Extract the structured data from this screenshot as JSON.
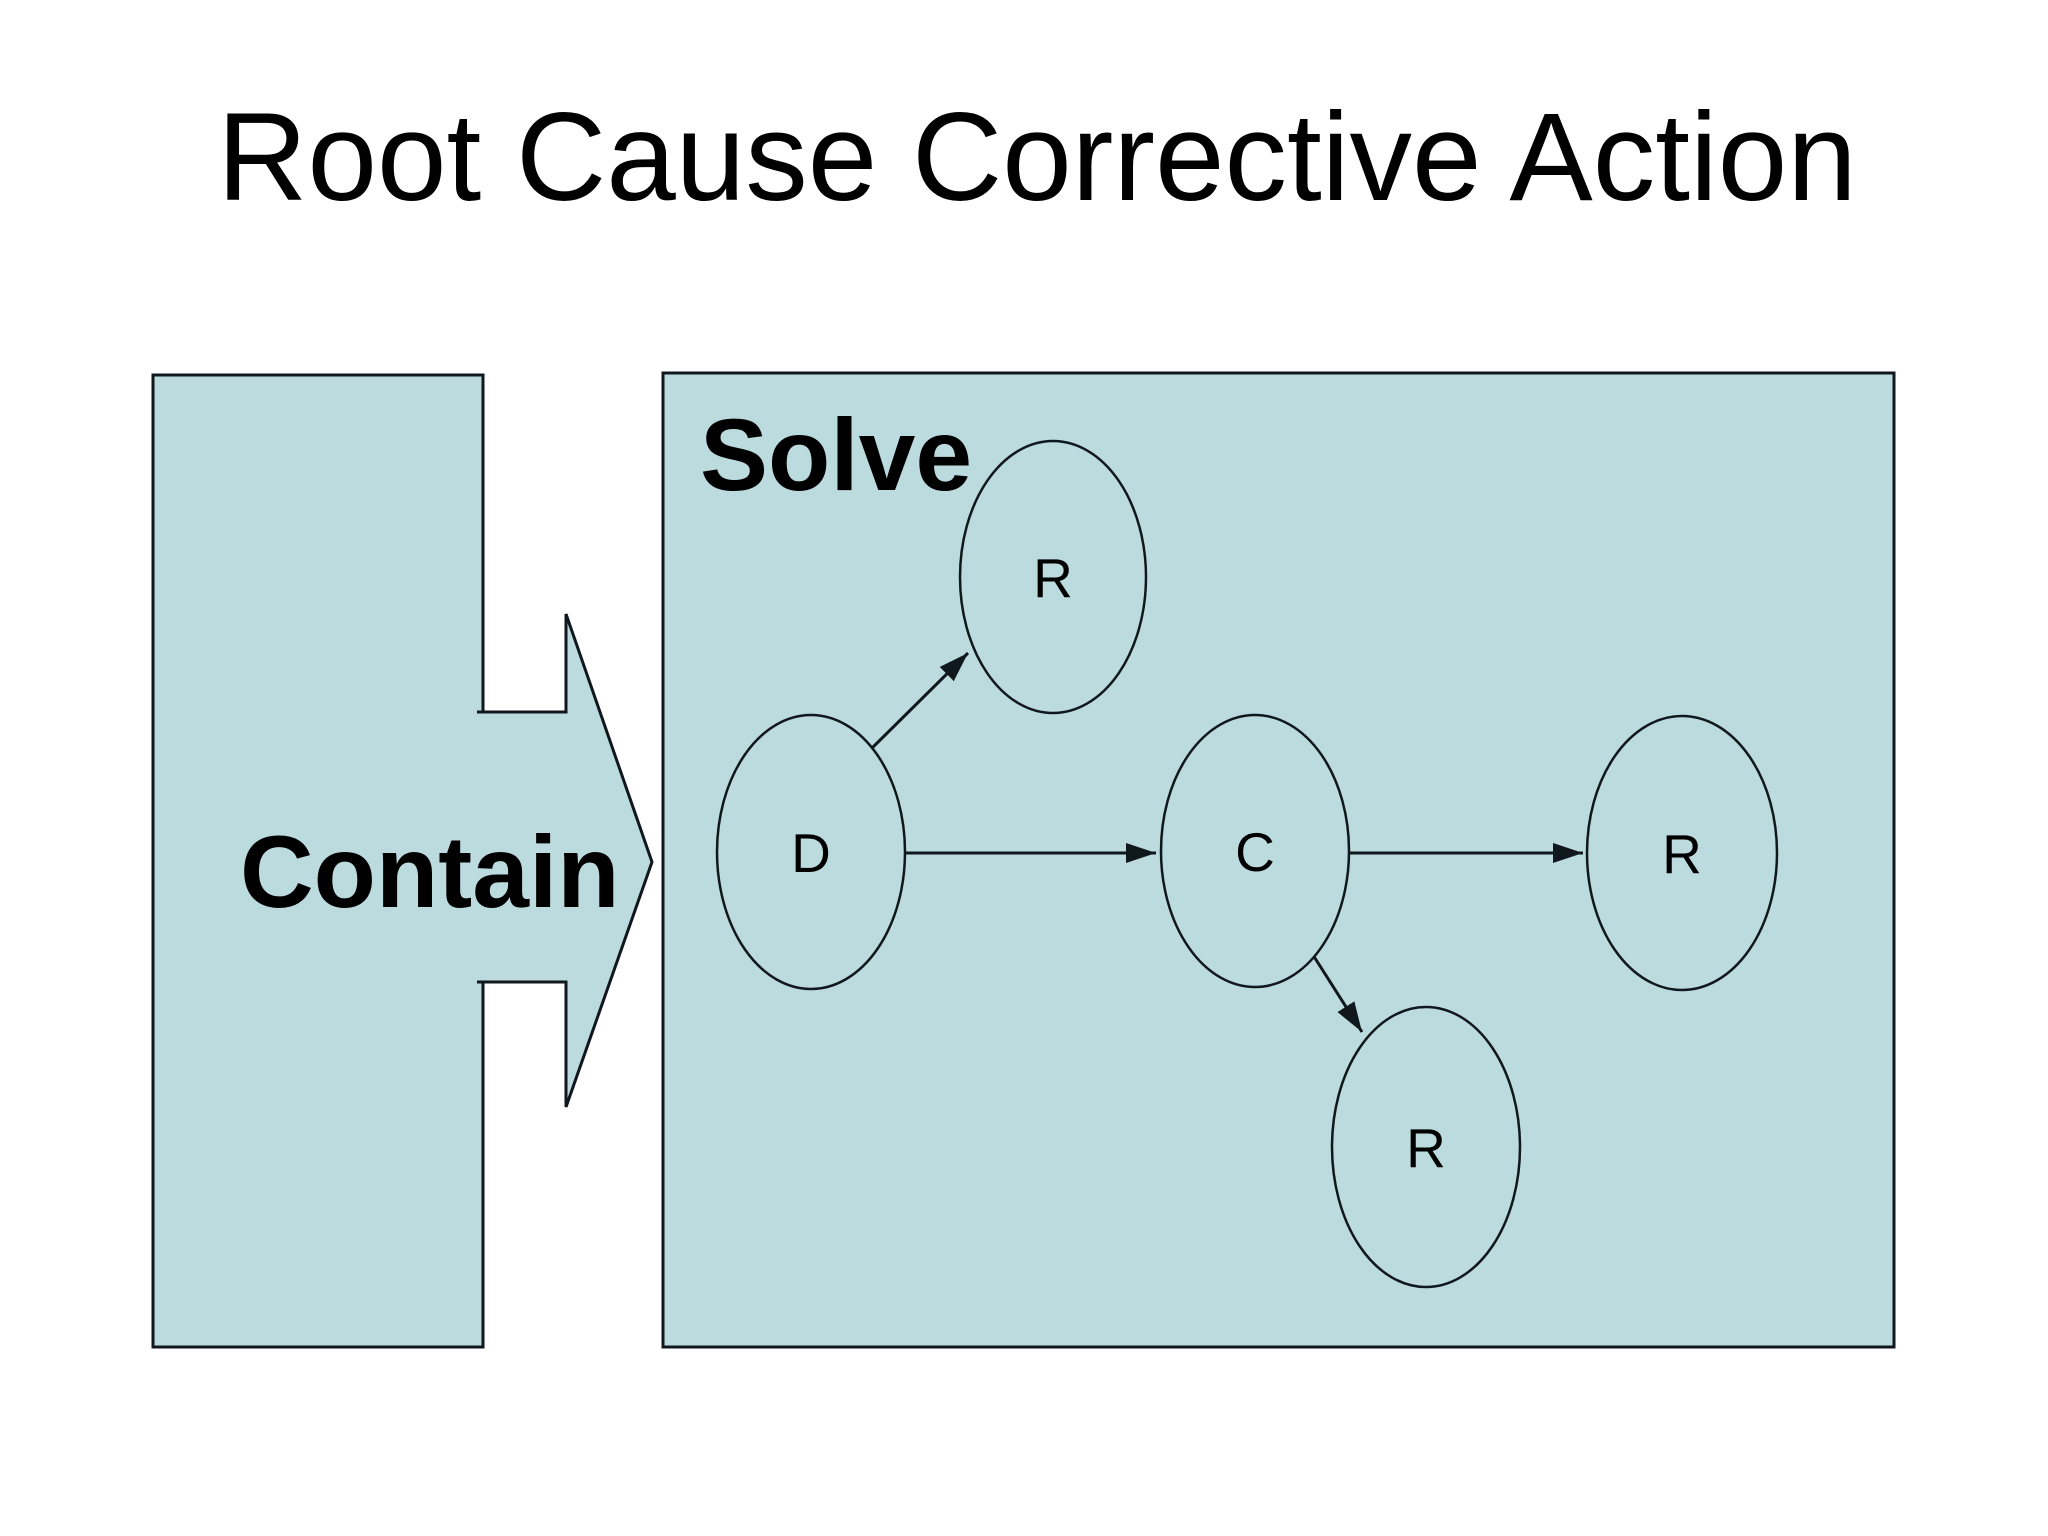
{
  "slide": {
    "title": "Root Cause Corrective Action"
  },
  "diagram": {
    "contain_label": "Contain",
    "solve_label": "Solve",
    "nodes": {
      "d": "D",
      "r_top": "R",
      "c": "C",
      "r_right": "R",
      "r_bottom": "R"
    }
  },
  "colors": {
    "shape_fill": "#bcdbde",
    "shape_stroke": "#10181d",
    "text": "#000000",
    "background": "#ffffff"
  }
}
